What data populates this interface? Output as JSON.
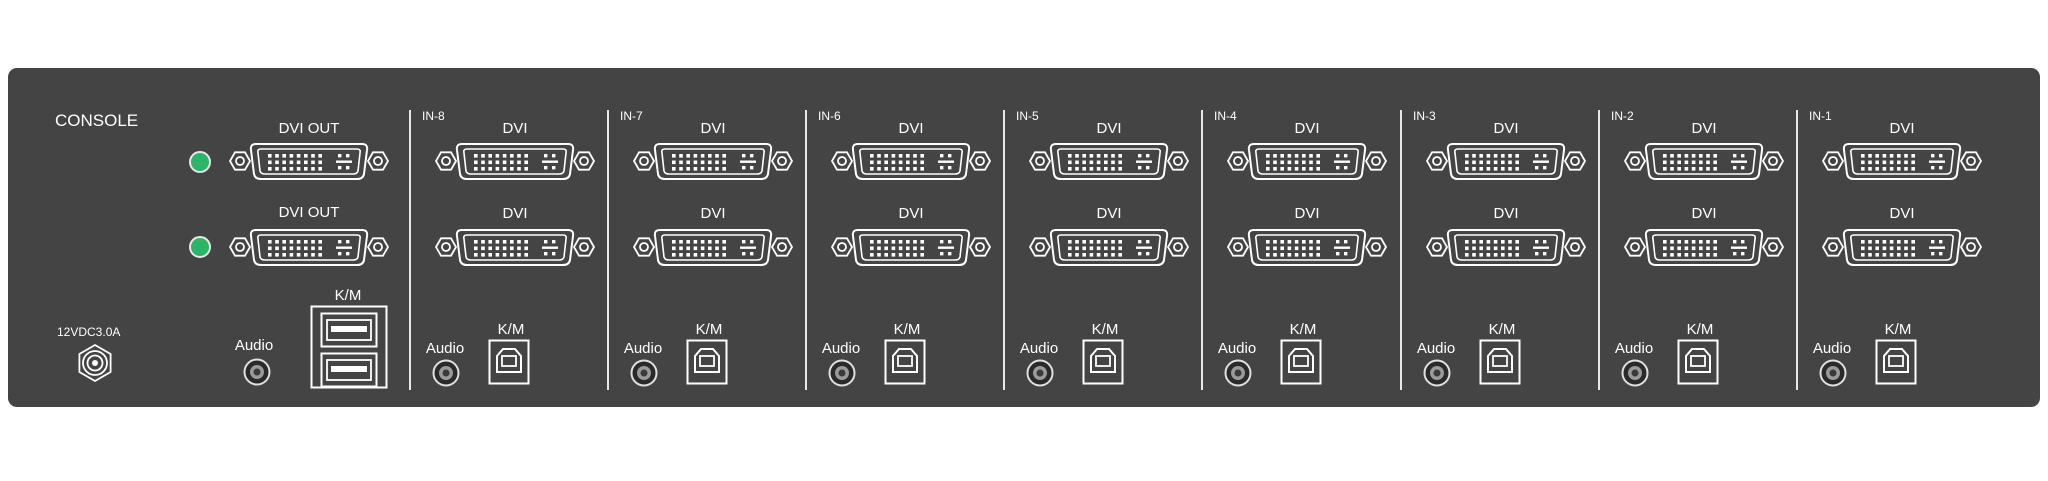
{
  "panel": {
    "background_color": "#444444",
    "led_color": "#2bb567"
  },
  "console": {
    "title": "CONSOLE",
    "power_label": "12VDC3.0A",
    "outputs": [
      {
        "label": "DVI OUT",
        "icon": "dvi-port-icon"
      },
      {
        "label": "DVI OUT",
        "icon": "dvi-port-icon"
      }
    ],
    "audio_label": "Audio",
    "km_label": "K/M",
    "km_ports": [
      "usb-a-port-icon",
      "usb-a-port-icon"
    ]
  },
  "inputs": [
    {
      "name": "IN-8",
      "dvi_top": "DVI",
      "dvi_bottom": "DVI",
      "audio": "Audio",
      "km": "K/M"
    },
    {
      "name": "IN-7",
      "dvi_top": "DVI",
      "dvi_bottom": "DVI",
      "audio": "Audio",
      "km": "K/M"
    },
    {
      "name": "IN-6",
      "dvi_top": "DVI",
      "dvi_bottom": "DVI",
      "audio": "Audio",
      "km": "K/M"
    },
    {
      "name": "IN-5",
      "dvi_top": "DVI",
      "dvi_bottom": "DVI",
      "audio": "Audio",
      "km": "K/M"
    },
    {
      "name": "IN-4",
      "dvi_top": "DVI",
      "dvi_bottom": "DVI",
      "audio": "Audio",
      "km": "K/M"
    },
    {
      "name": "IN-3",
      "dvi_top": "DVI",
      "dvi_bottom": "DVI",
      "audio": "Audio",
      "km": "K/M"
    },
    {
      "name": "IN-2",
      "dvi_top": "DVI",
      "dvi_bottom": "DVI",
      "audio": "Audio",
      "km": "K/M"
    },
    {
      "name": "IN-1",
      "dvi_top": "DVI",
      "dvi_bottom": "DVI",
      "audio": "Audio",
      "km": "K/M"
    }
  ]
}
